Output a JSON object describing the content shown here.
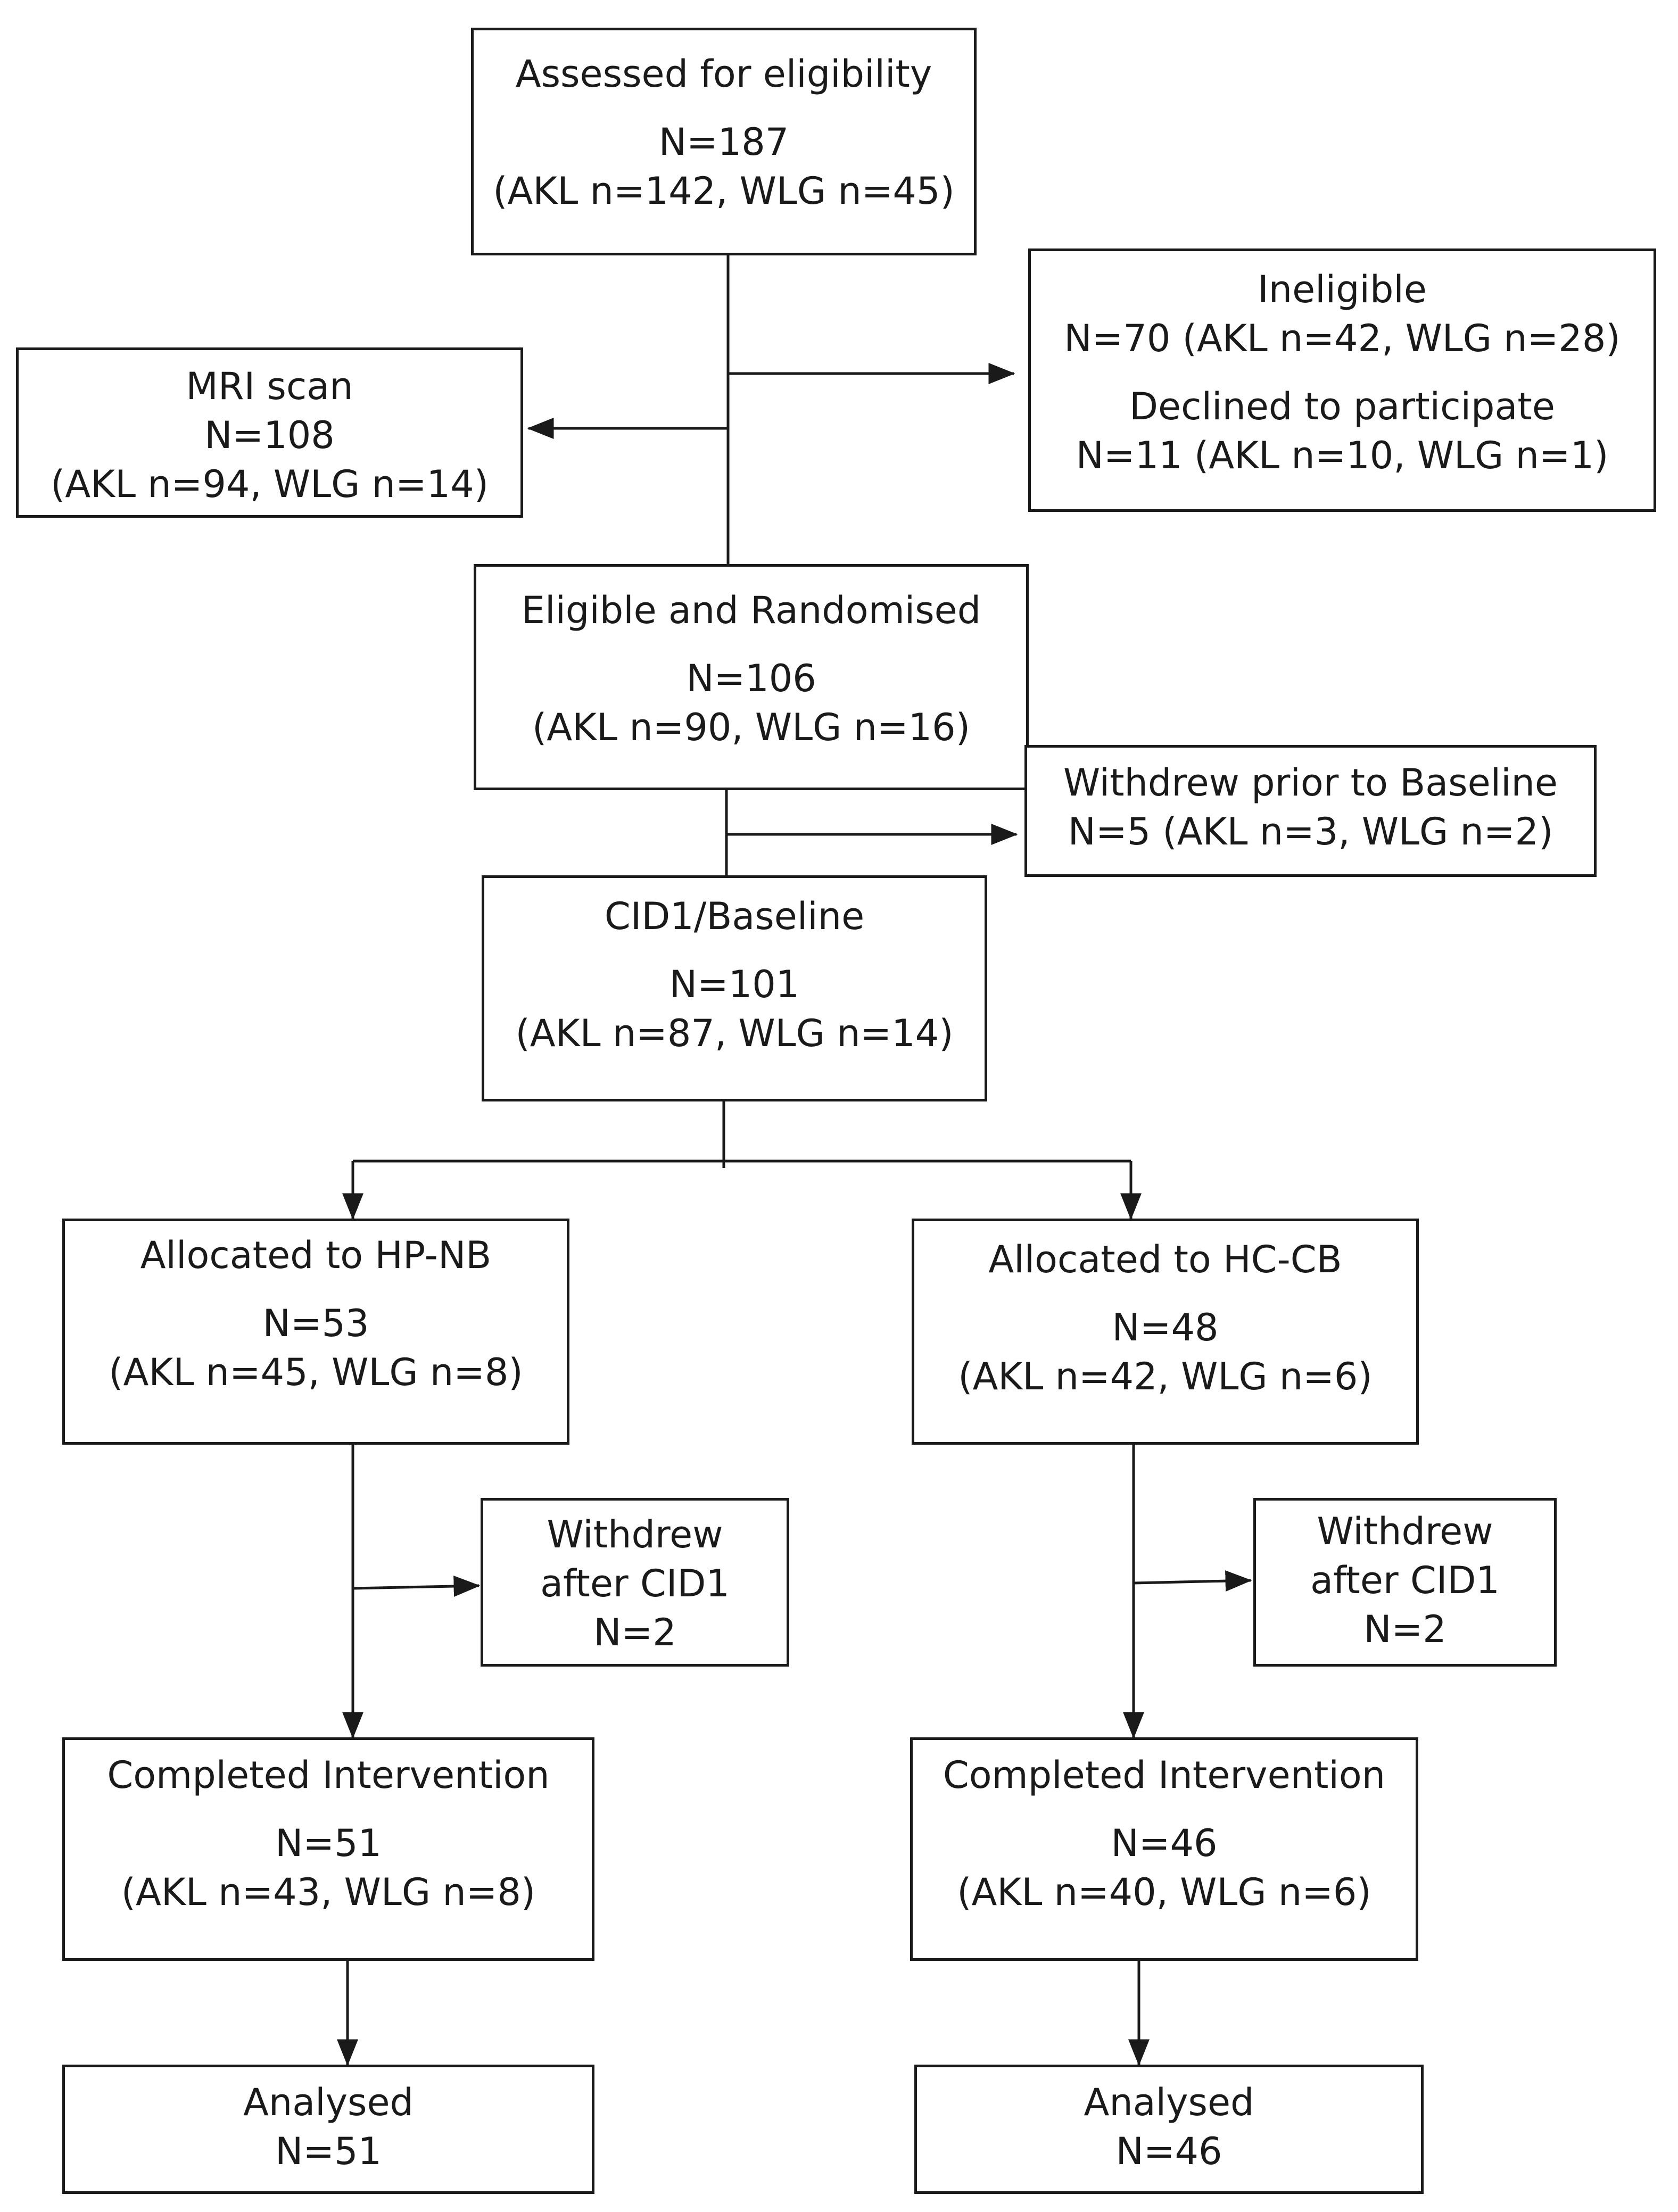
{
  "assessed": {
    "title": "Assessed for eligibility",
    "total": "N=187",
    "split": "(AKL n=142, WLG n=45)"
  },
  "ineligible": {
    "title": "Ineligible",
    "total": "N=70 (AKL n=42, WLG n=28)",
    "title2": "Declined to participate",
    "total2": "N=11 (AKL n=10, WLG n=1)"
  },
  "mri": {
    "title": "MRI scan",
    "total": "N=108",
    "split": "(AKL n=94, WLG n=14)"
  },
  "eligible": {
    "title": "Eligible and Randomised",
    "total": "N=106",
    "split": "(AKL n=90, WLG n=16)"
  },
  "withdrew_baseline": {
    "title": "Withdrew prior to Baseline",
    "total": "N=5 (AKL n=3, WLG n=2)"
  },
  "cid1": {
    "title": "CID1/Baseline",
    "total": "N=101",
    "split": "(AKL n=87, WLG n=14)"
  },
  "hpnb": {
    "allocated": {
      "title": "Allocated to HP-NB",
      "total": "N=53",
      "split": "(AKL n=45, WLG n=8)"
    },
    "withdrew": {
      "line1": "Withdrew",
      "line2": "after CID1",
      "total": "N=2"
    },
    "completed": {
      "title": "Completed Intervention",
      "total": "N=51",
      "split": "(AKL n=43, WLG n=8)"
    },
    "analysed": {
      "title": "Analysed",
      "total": "N=51"
    }
  },
  "hccb": {
    "allocated": {
      "title": "Allocated to HC-CB",
      "total": "N=48",
      "split": "(AKL n=42, WLG n=6)"
    },
    "withdrew": {
      "line1": "Withdrew",
      "line2": "after CID1",
      "total": "N=2"
    },
    "completed": {
      "title": "Completed Intervention",
      "total": "N=46",
      "split": "(AKL n=40, WLG n=6)"
    },
    "analysed": {
      "title": "Analysed",
      "total": "N=46"
    }
  }
}
